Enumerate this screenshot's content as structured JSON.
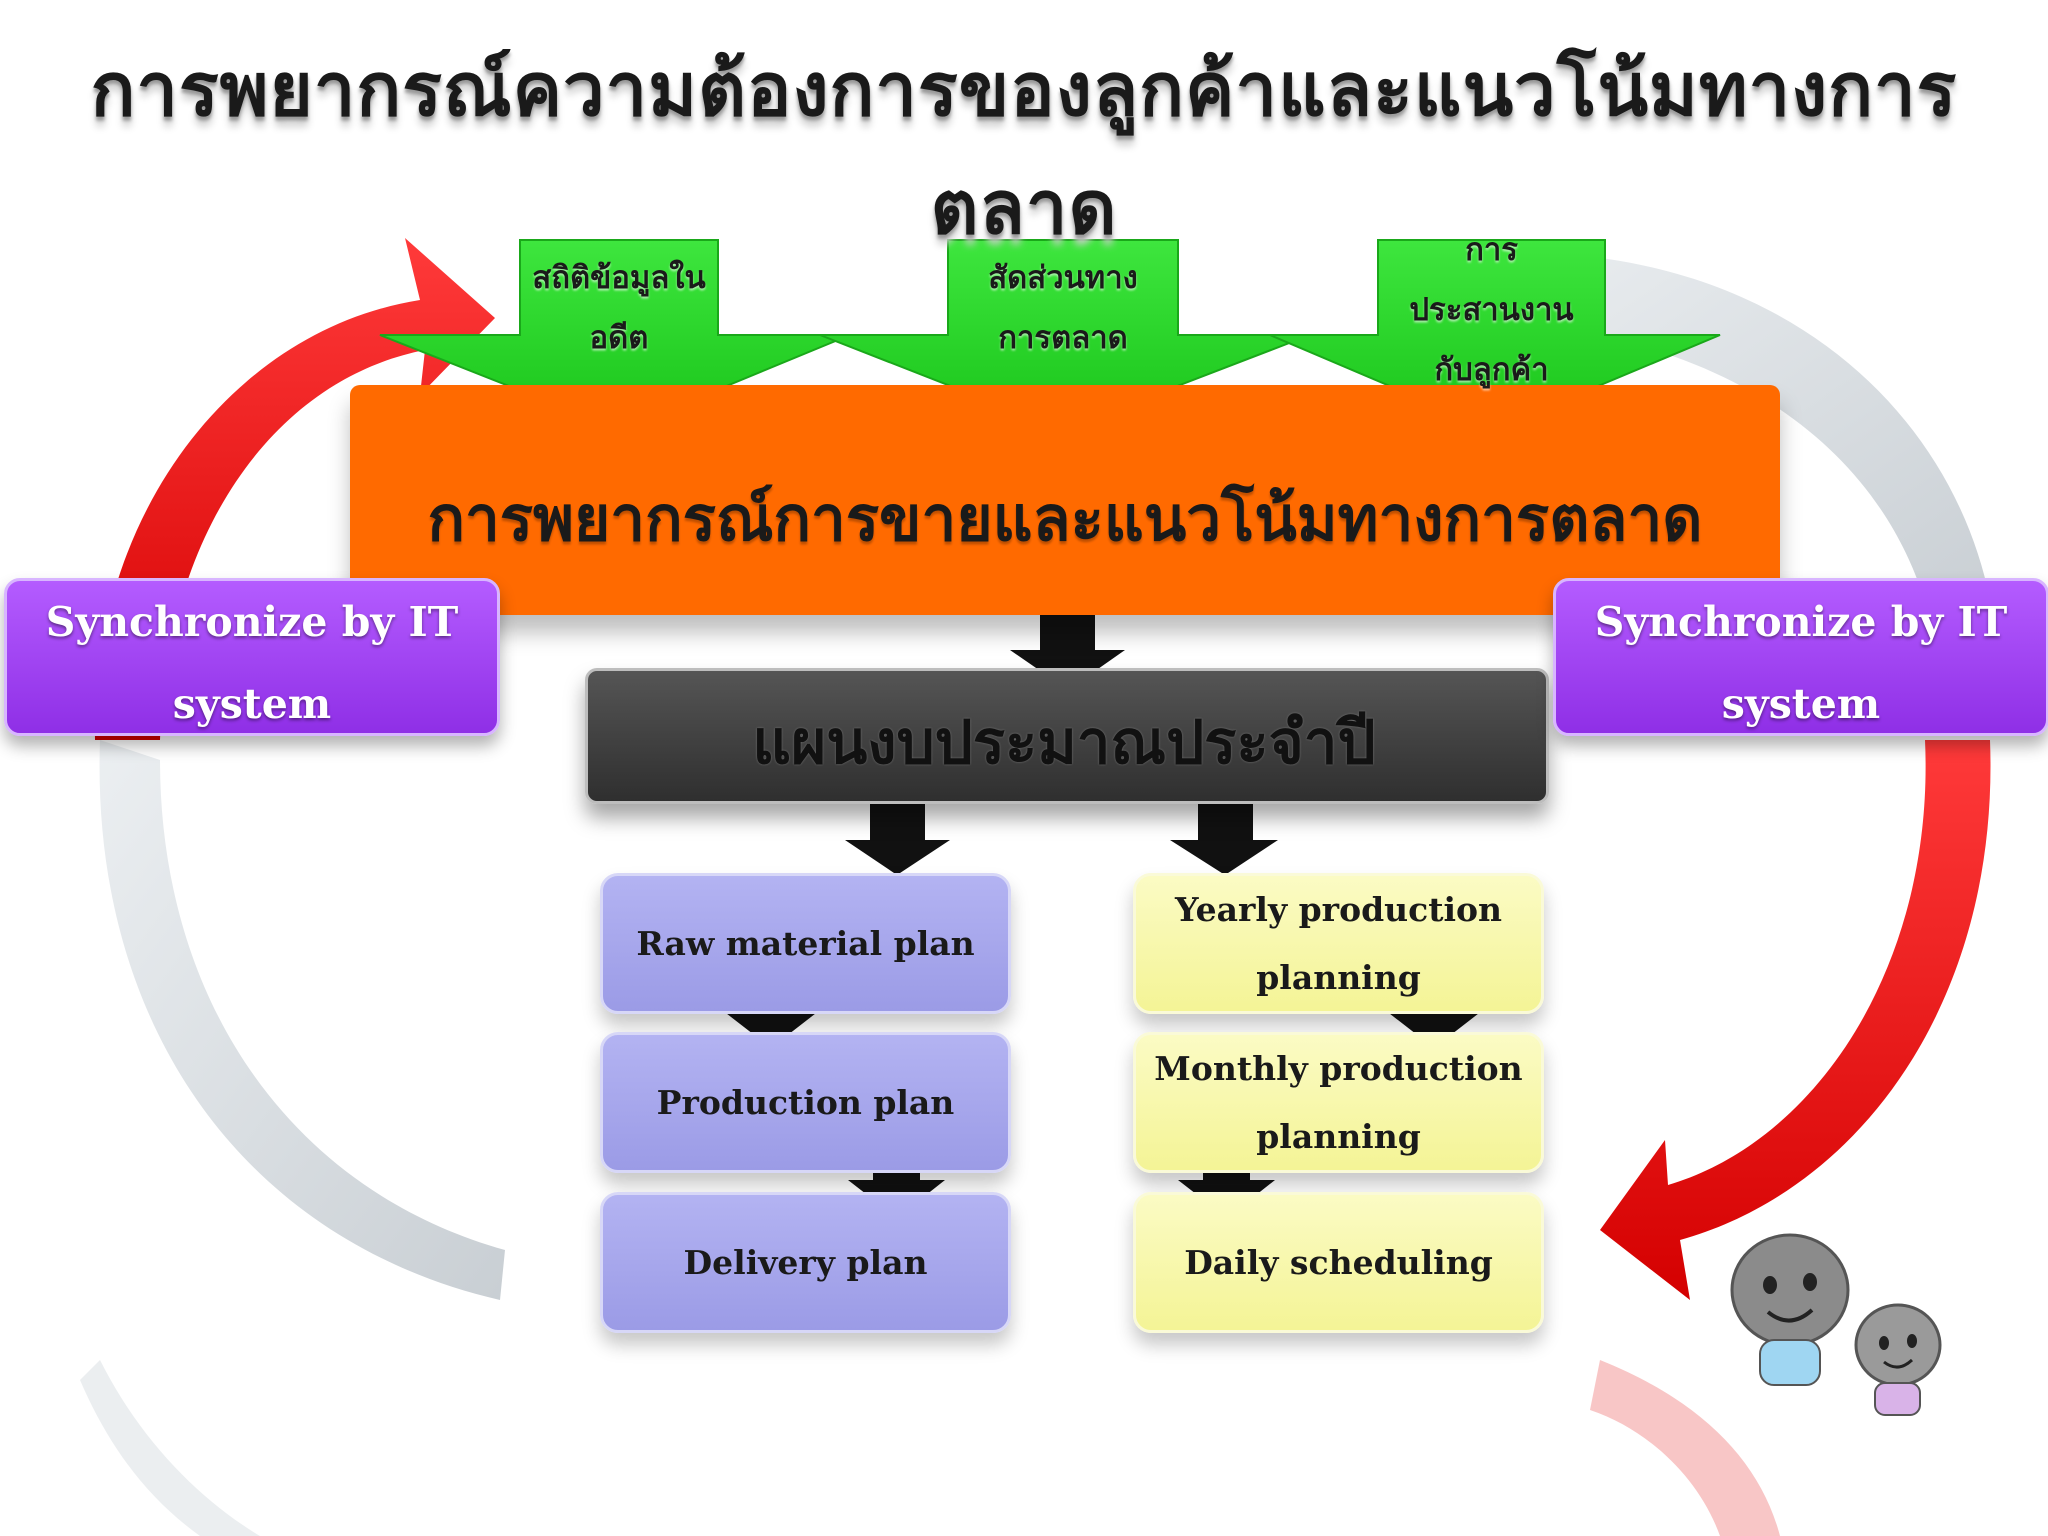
{
  "title": "การพยากรณ์ความต้องการของลูกค้าและแนวโน้มทางการตลาด",
  "inputs": [
    {
      "lines": [
        "สถิติข้อมูลใน",
        "อดีต"
      ]
    },
    {
      "lines": [
        "สัดส่วนทาง",
        "การตลาด"
      ]
    },
    {
      "lines": [
        "การ",
        "ประสานงาน",
        "กับลูกค้า"
      ]
    }
  ],
  "forecast": "การพยากรณ์การขายและแนวโน้มทางการตลาด",
  "annual_budget": "แผนงบประมาณประจำปี",
  "sync_left": {
    "line1": "Synchronize by IT",
    "line2": "system"
  },
  "sync_right": {
    "line1": "Synchronize by IT",
    "line2": "system"
  },
  "left_plans": [
    "Raw material plan",
    "Production plan",
    "Delivery plan"
  ],
  "right_plans": [
    {
      "line1": "Yearly production",
      "line2": "planning"
    },
    {
      "line1": "Monthly production",
      "line2": "planning"
    },
    {
      "line1": "Daily scheduling",
      "line2": ""
    }
  ],
  "colors": {
    "green_arrow": "#2bd62b",
    "orange": "#ff6a00",
    "purple": "#9b3cf0",
    "blue_box": "#a6a6ec",
    "yellow_box": "#f7f7a8",
    "red_arrow": "#ee1111",
    "dark_box": "#3c3c3c"
  }
}
